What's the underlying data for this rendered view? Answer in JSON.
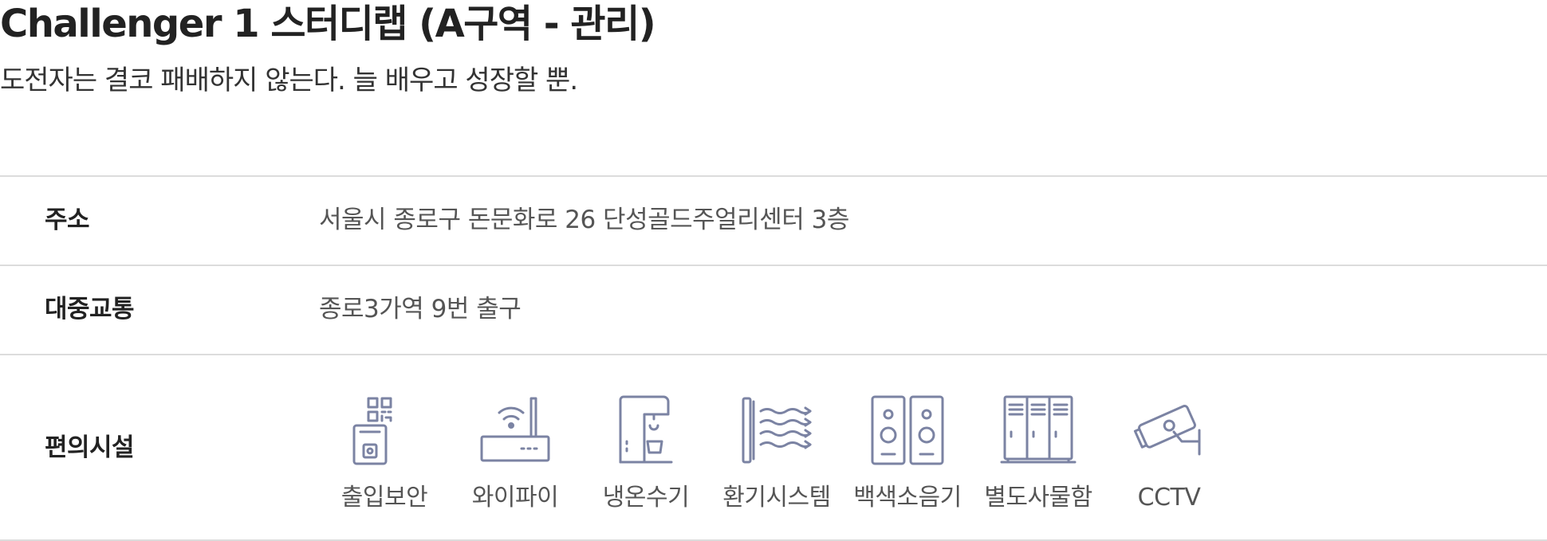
{
  "header": {
    "title": "Challenger 1 스터디랩 (A구역 - 관리)",
    "subtitle": "도전자는 결코 패배하지 않는다. 늘 배우고 성장할 뿐."
  },
  "info": {
    "address": {
      "label": "주소",
      "value": "서울시 종로구 돈문화로 26 단성골드주얼리센터 3층"
    },
    "transit": {
      "label": "대중교통",
      "value": "종로3가역 9번 출구"
    },
    "amenities": {
      "label": "편의시설",
      "items": [
        {
          "label": "출입보안",
          "icon": "access-security-icon"
        },
        {
          "label": "와이파이",
          "icon": "wifi-router-icon"
        },
        {
          "label": "냉온수기",
          "icon": "water-dispenser-icon"
        },
        {
          "label": "환기시스템",
          "icon": "ventilation-icon"
        },
        {
          "label": "백색소음기",
          "icon": "speaker-icon"
        },
        {
          "label": "별도사물함",
          "icon": "locker-icon"
        },
        {
          "label": "CCTV",
          "icon": "cctv-camera-icon"
        }
      ]
    }
  },
  "colors": {
    "icon_stroke": "#7b83a3",
    "divider": "#dcdcdc",
    "title_text": "#222222",
    "value_text": "#555555"
  }
}
